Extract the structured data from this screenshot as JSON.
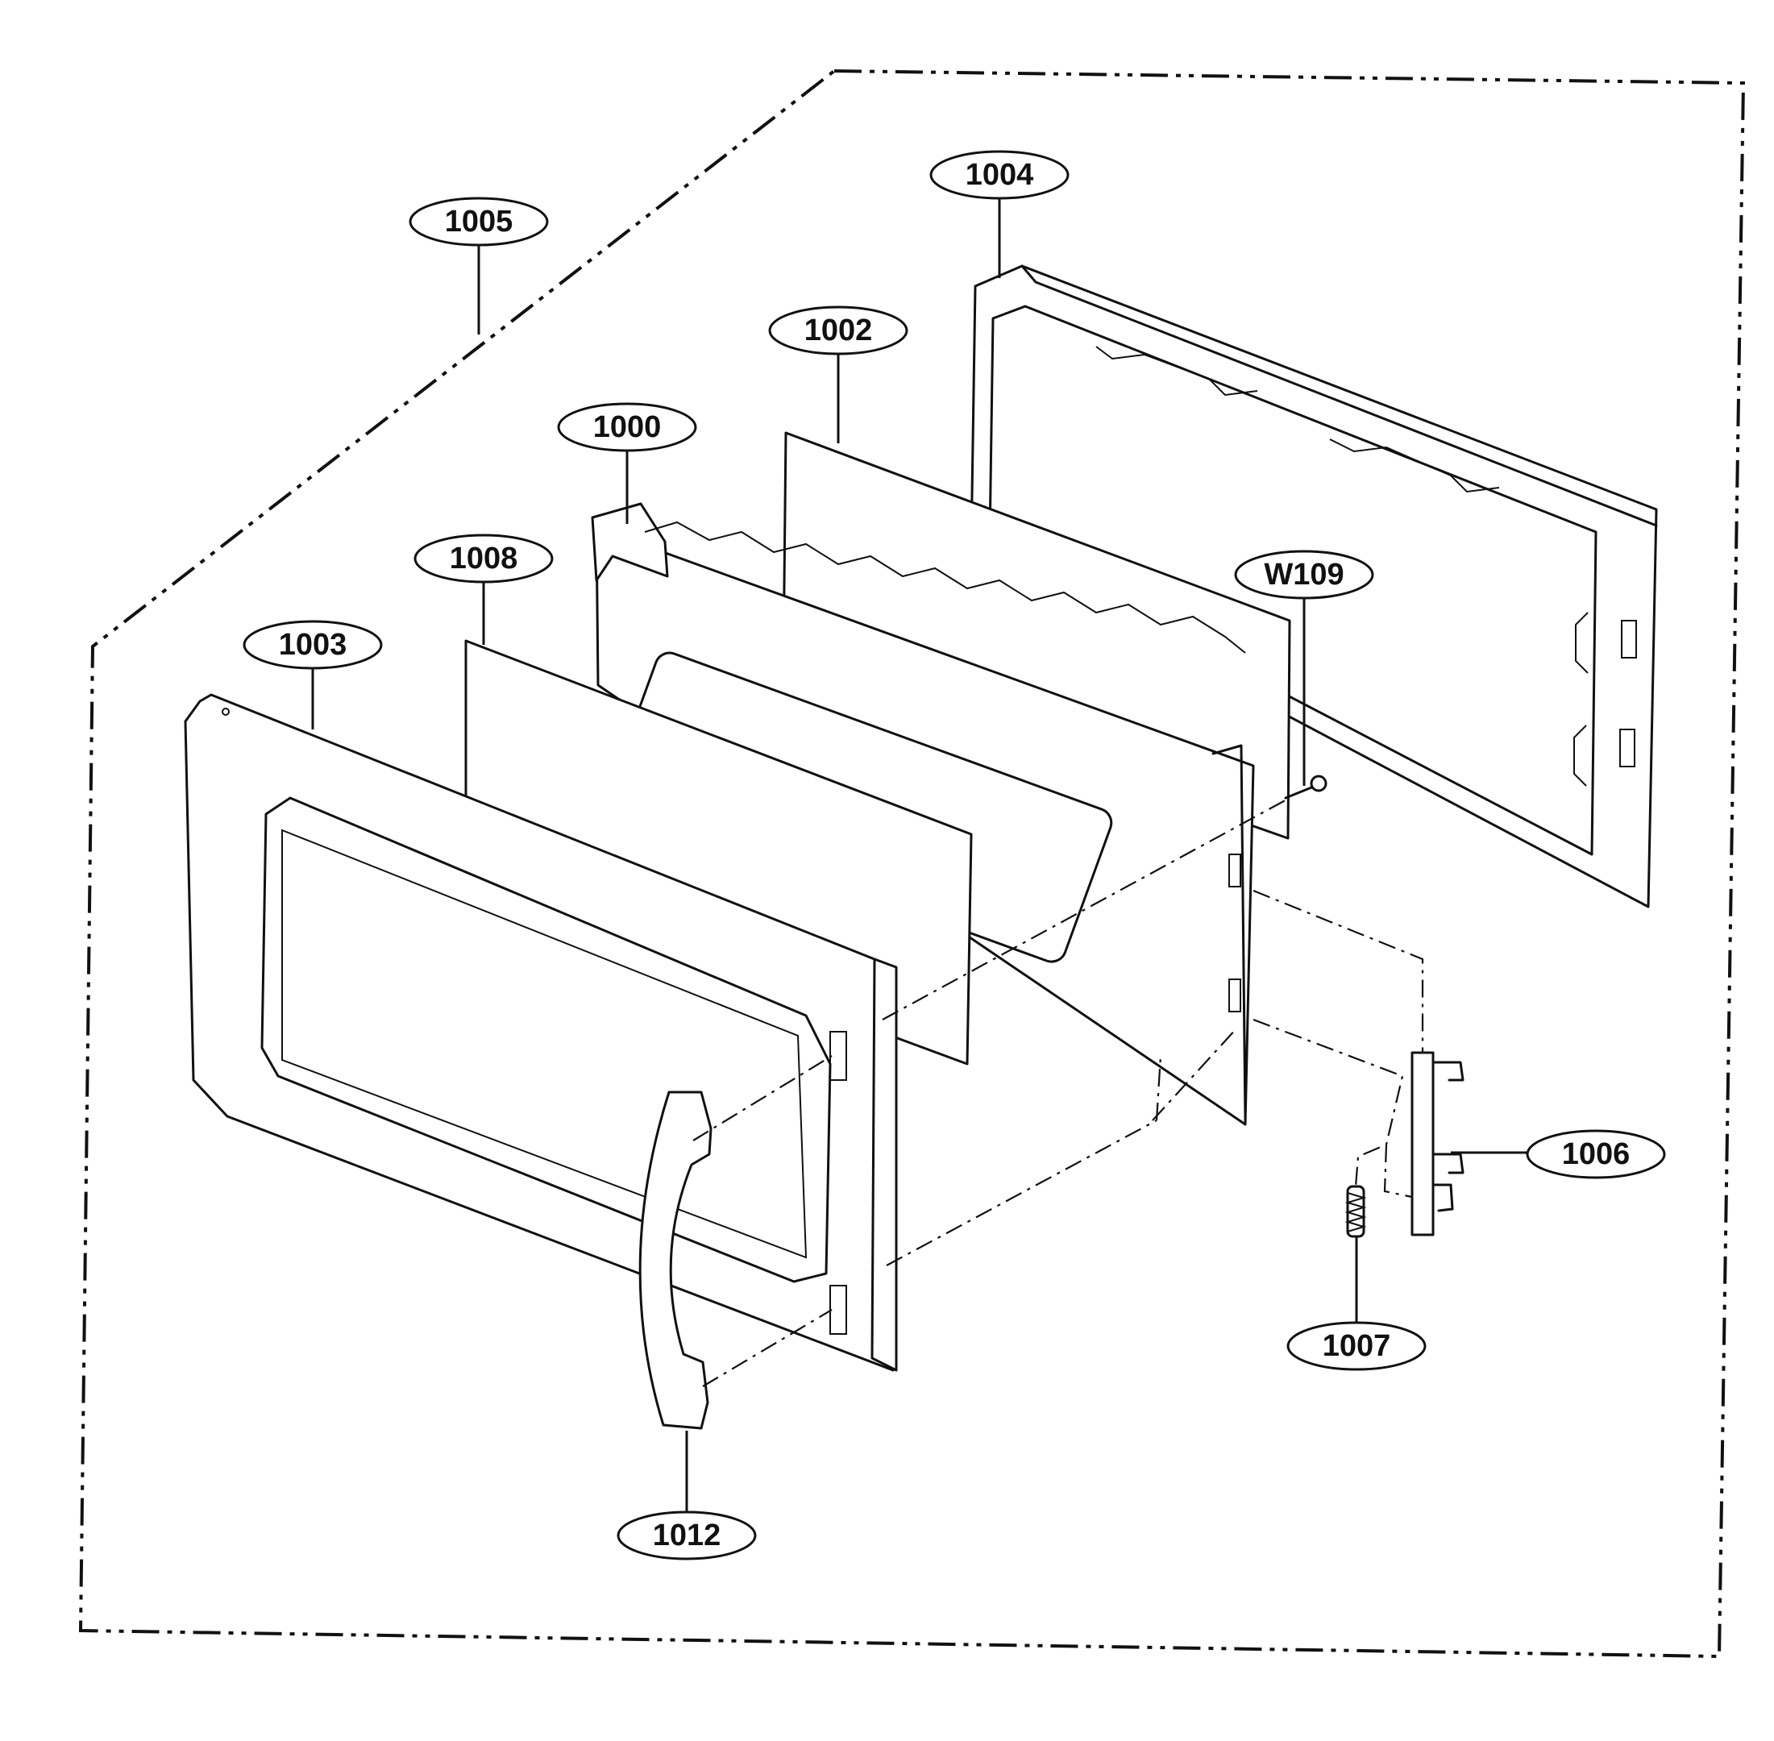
{
  "labels": {
    "l1000": "1000",
    "l1002": "1002",
    "l1003": "1003",
    "l1004": "1004",
    "l1005": "1005",
    "l1006": "1006",
    "l1007": "1007",
    "l1008": "1008",
    "l1012": "1012",
    "lW109": "W109"
  }
}
